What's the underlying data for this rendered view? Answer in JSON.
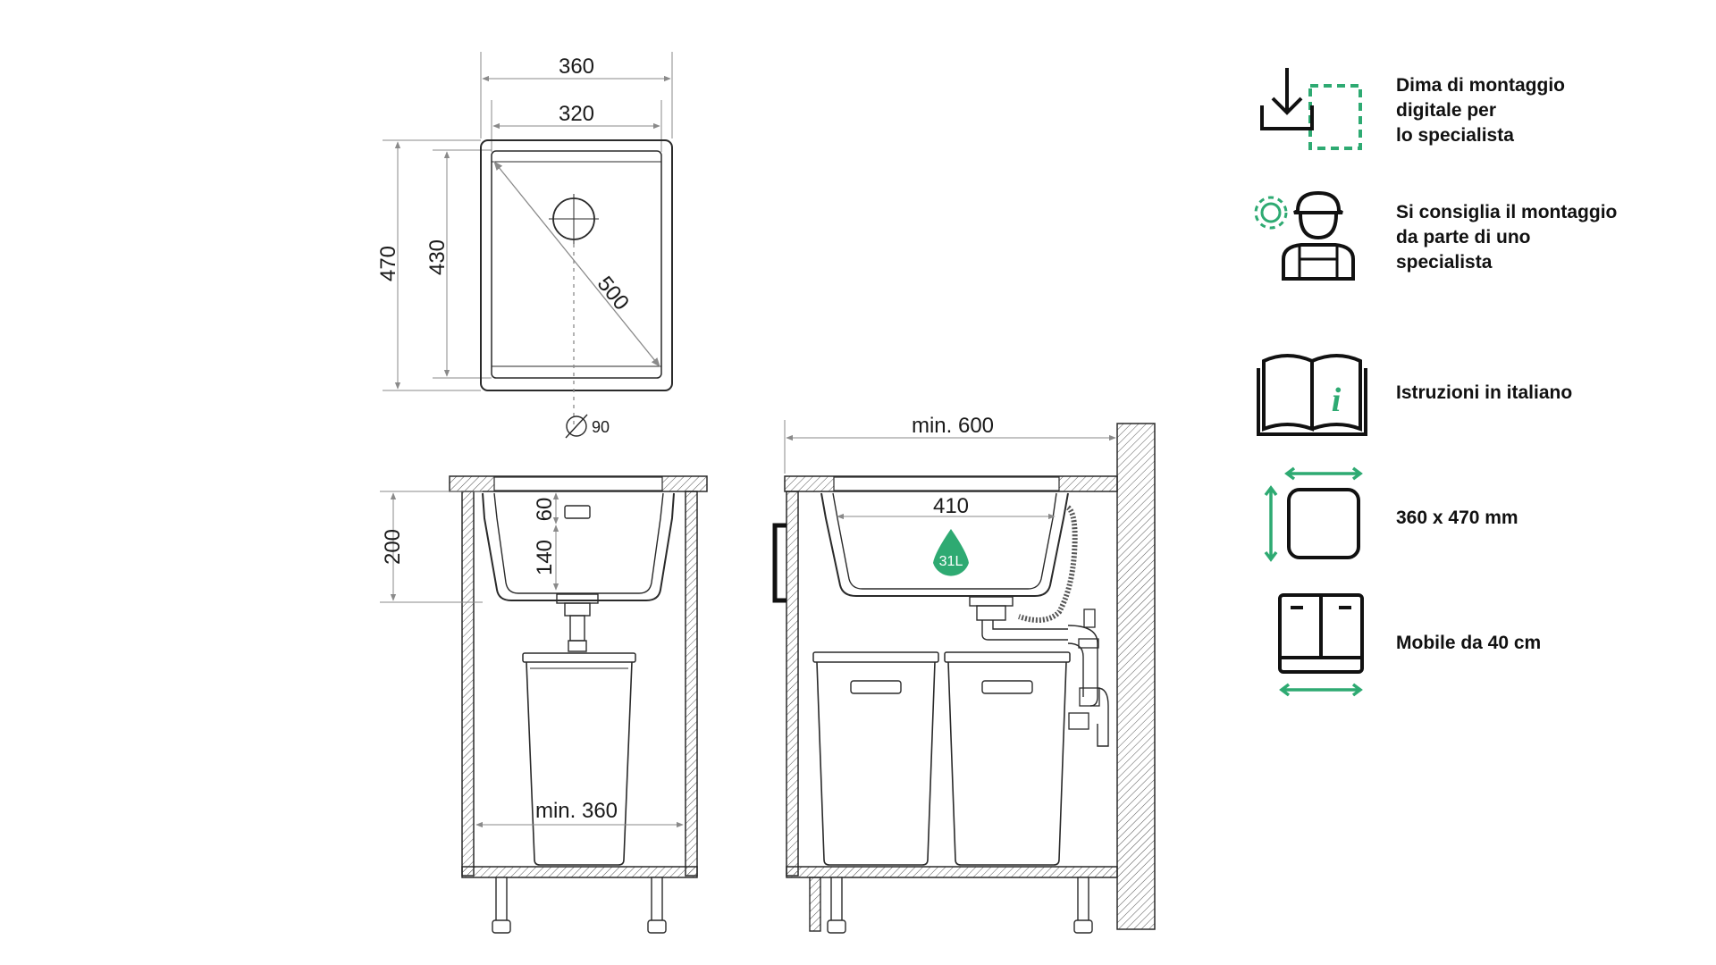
{
  "top_view": {
    "width_outer": "360",
    "width_inner": "320",
    "height_outer": "470",
    "height_inner": "430",
    "diagonal": "500",
    "drain": "90"
  },
  "left_section": {
    "depth_total": "200",
    "rim_depth": "60",
    "bowl_depth": "140",
    "cabinet_min": "min. 360"
  },
  "right_section": {
    "cabinet_min": "min. 600",
    "bowl_width": "410",
    "volume": "31L"
  },
  "colors": {
    "accent": "#2eaa72",
    "line": "#2a2a2a",
    "dim_line": "#8a8a8a"
  },
  "features": [
    {
      "icon": "download-template-icon",
      "label": "Dima di montaggio\ndigitale per\nlo specialista"
    },
    {
      "icon": "installer-gear-icon",
      "label": "Si consiglia il montaggio\nda parte di uno\nspecialista"
    },
    {
      "icon": "book-info-icon",
      "label": "Istruzioni in italiano"
    },
    {
      "icon": "dimensions-icon",
      "label": "360 x 470 mm"
    },
    {
      "icon": "cabinet-icon",
      "label": "Mobile da 40 cm"
    }
  ]
}
